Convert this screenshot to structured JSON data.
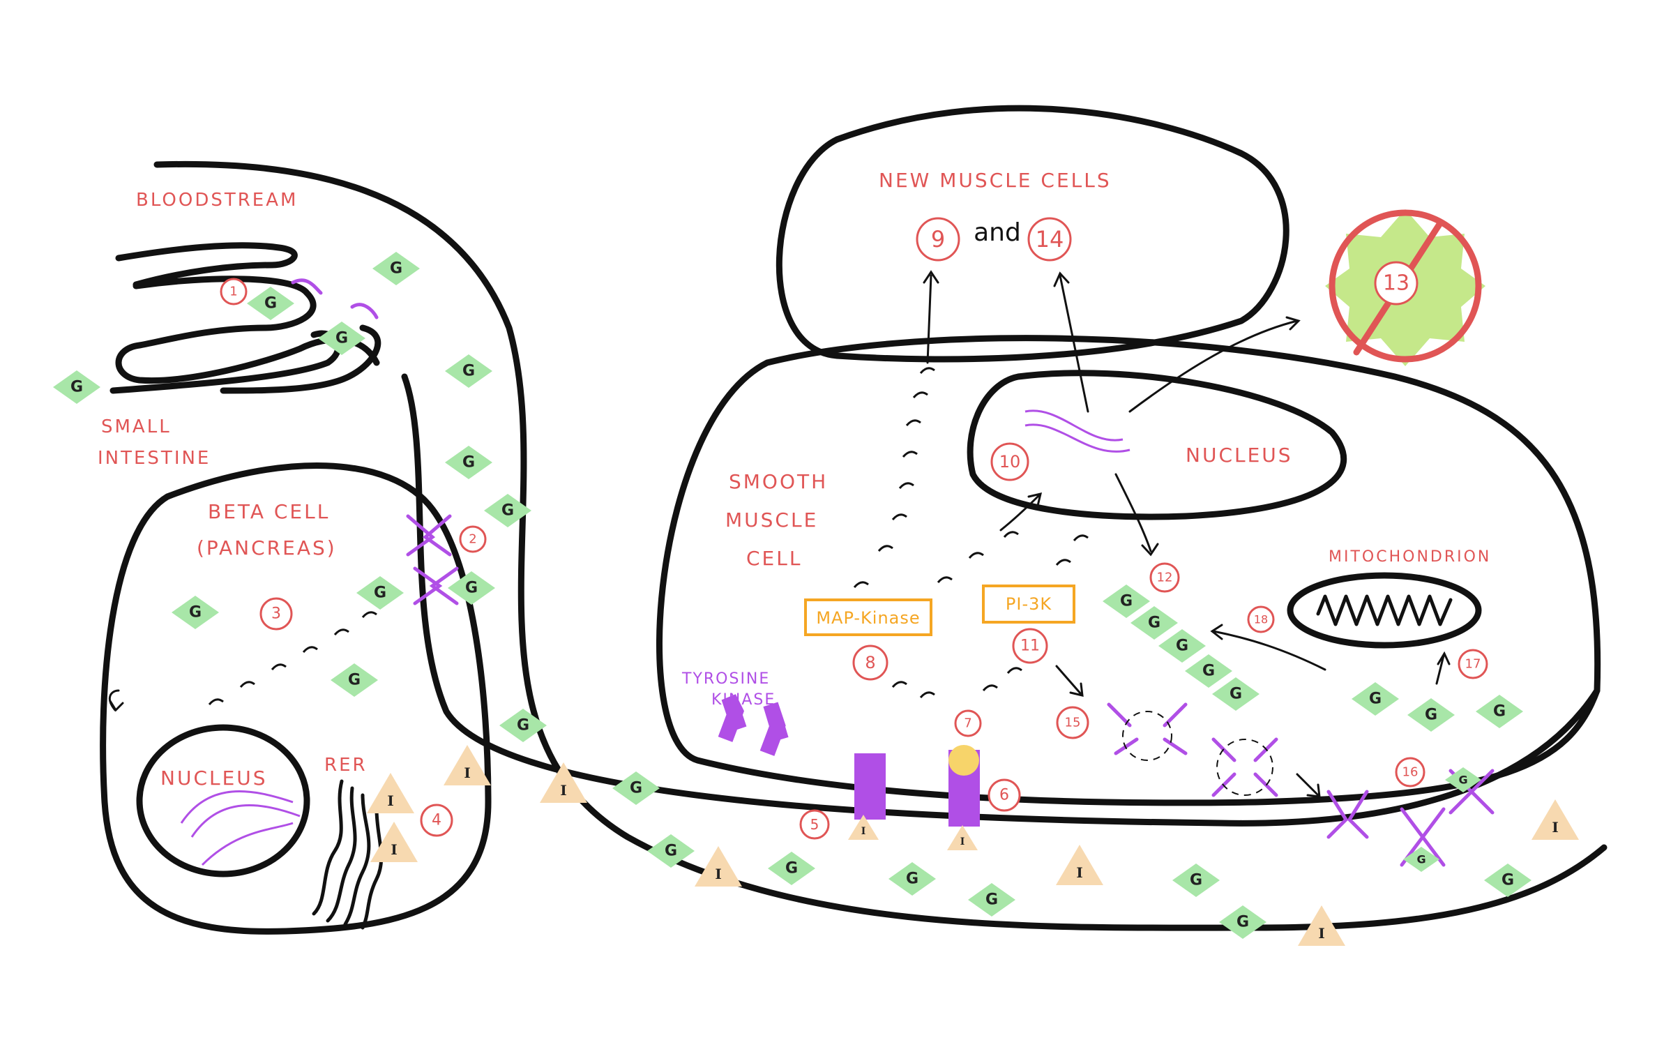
{
  "labels": {
    "bloodstream": "BLOODSTREAM",
    "small_intestine_1": "SMALL",
    "small_intestine_2": "INTESTINE",
    "beta_cell_1": "BETA CELL",
    "beta_cell_2": "(PANCREAS)",
    "nucleus_beta": "NUCLEUS",
    "rer": "RER",
    "new_muscle_cells": "NEW MUSCLE CELLS",
    "and": "and",
    "smooth_1": "SMOOTH",
    "smooth_2": "MUSCLE",
    "smooth_3": "CELL",
    "nucleus_muscle": "NUCLEUS",
    "mitochondrion": "MITOCHONDRION",
    "tyrosine_1": "TYROSINE",
    "tyrosine_2": "KINASE",
    "map_kinase": "MAP-Kinase",
    "pi3k": "PI-3K"
  },
  "glucose_symbol": "G",
  "insulin_symbol": "I",
  "step_numbers": [
    "1",
    "2",
    "3",
    "4",
    "5",
    "6",
    "7",
    "8",
    "9",
    "10",
    "11",
    "12",
    "13",
    "14",
    "15",
    "16",
    "17",
    "18"
  ],
  "colors": {
    "label_red": "#e05555",
    "receptor_purple": "#b04fe6",
    "glucose_green": "#a8e6a8",
    "insulin_peach": "#f7d9b0",
    "kinase_orange": "#f5a623",
    "blocked_green": "#c5e88a"
  }
}
